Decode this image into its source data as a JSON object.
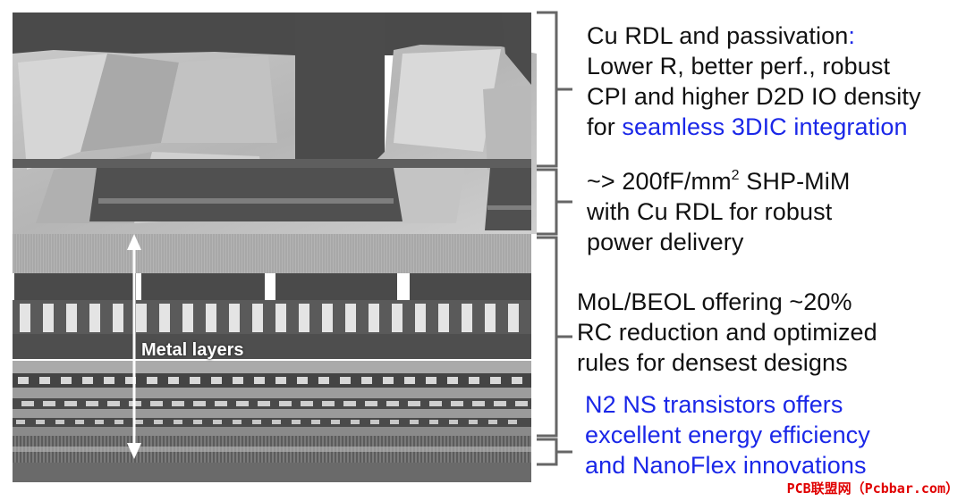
{
  "figure": {
    "inset_label": "Metal layers"
  },
  "annotations": {
    "rdl": {
      "line1_a": "Cu RDL and passivation",
      "line1_colon": ":",
      "line2": "Lower R, better perf., robust",
      "line3": "CPI and higher D2D IO density",
      "line4_a": "for ",
      "line4_b": "seamless 3DIC integration"
    },
    "mim": {
      "line1_a": "~> 200fF/mm",
      "line1_sup": "2",
      "line1_b": " SHP-MiM",
      "line2": "with Cu RDL for robust",
      "line3": "power delivery"
    },
    "beol": {
      "line1": "MoL/BEOL offering ~20%",
      "line2": "RC reduction and optimized",
      "line3": "rules for densest designs"
    },
    "n2": {
      "line1": "N2 NS transistors offers",
      "line2": "excellent energy efficiency",
      "line3": "and NanoFlex innovations"
    }
  },
  "watermark": "PCB联盟网（Pcbbar.com）",
  "colors": {
    "highlight_blue": "#1a27e8",
    "watermark_red": "#e00000"
  }
}
